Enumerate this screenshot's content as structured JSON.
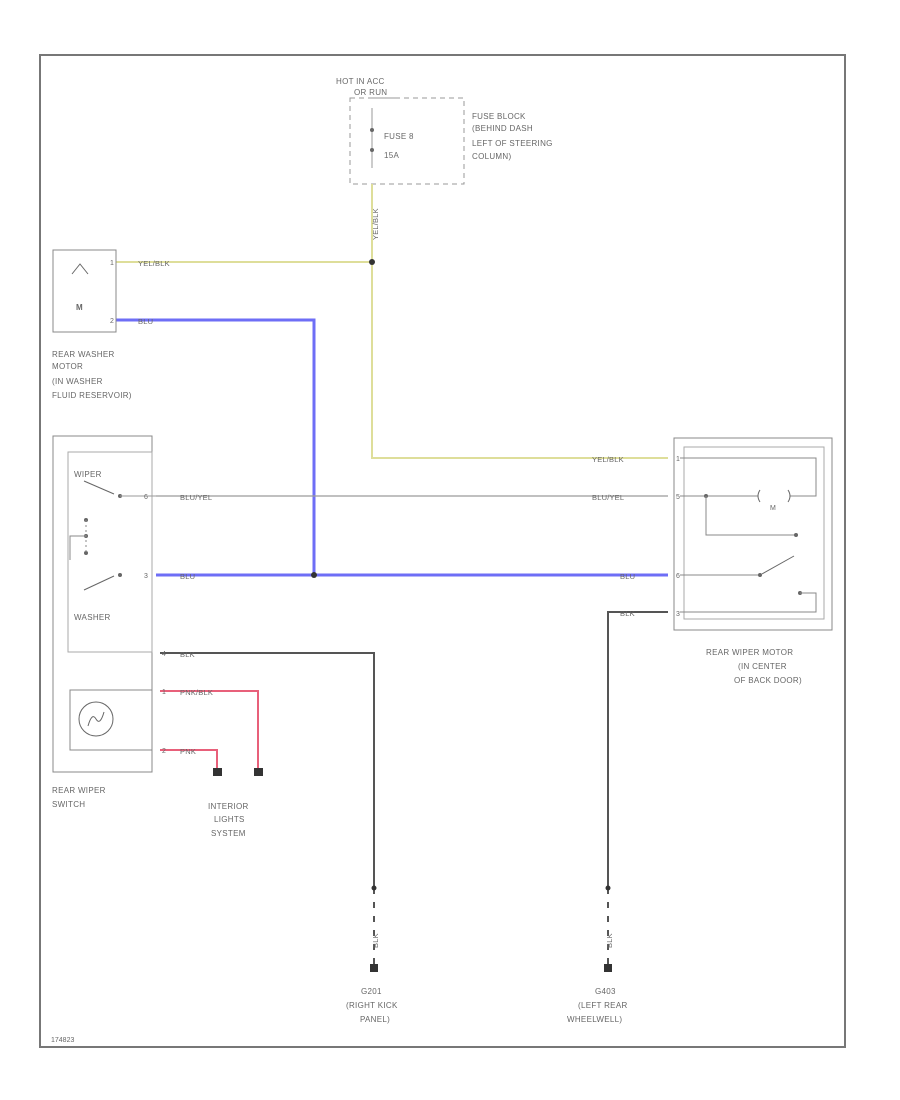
{
  "fuse": {
    "hot_label": [
      "HOT IN ACC",
      "OR RUN"
    ],
    "name": "FUSE 8",
    "rating": "15A",
    "block_label": [
      "FUSE BLOCK",
      "(BEHIND DASH",
      "LEFT OF STEERING",
      "COLUMN)"
    ]
  },
  "components": {
    "washer_motor": [
      "REAR WASHER",
      "MOTOR",
      "(IN WASHER",
      "FLUID RESERVOIR)"
    ],
    "wiper_switch": [
      "REAR WIPER",
      "SWITCH"
    ],
    "wiper_motor": [
      "REAR WIPER MOTOR",
      "(IN CENTER",
      "OF BACK DOOR)"
    ],
    "interior_lights": [
      "INTERIOR",
      "LIGHTS",
      "SYSTEM"
    ],
    "ground_g201": [
      "G201",
      "(RIGHT KICK",
      "PANEL)"
    ],
    "ground_g403": [
      "G403",
      "(LEFT REAR",
      "WHEELWELL)"
    ]
  },
  "switch_labels": {
    "wiper": "WIPER",
    "washer": "WASHER"
  },
  "motor_labels": {
    "m": "M"
  },
  "wires": {
    "yel_blk_fuse": "YEL/BLK",
    "yel_blk_washer": "YEL/BLK",
    "yel_blk_motor": "YEL/BLK",
    "blu": "BLU",
    "blu_yel_switch": "BLU/YEL",
    "blu_yel_motor": "BLU/YEL",
    "blu_switch": "BLU",
    "blu_motor": "BLU",
    "blk_switch": "BLK",
    "blk_motor": "BLK",
    "pnk_blk": "PNK/BLK",
    "pnk": "PNK",
    "blk_g201": "BLK",
    "blk_g403": "BLK"
  },
  "pins": {
    "washer_top": "1",
    "washer_bottom": "2",
    "switch_wiper": "6",
    "switch_washer": "3",
    "switch_blk": "4",
    "switch_pnkblk": "1",
    "switch_pnk": "2",
    "motor_yel": "1",
    "motor_bluyel": "5",
    "motor_blu": "6",
    "motor_blk": "3"
  },
  "colors": {
    "yellow_wire": "#dede9a",
    "blue_wire": "#6e6ef6",
    "pink_wire": "#e8607a",
    "gray_wire": "#9a9a9a",
    "black_wire": "#555555",
    "outline": "#777777"
  },
  "figure_id": "174823"
}
